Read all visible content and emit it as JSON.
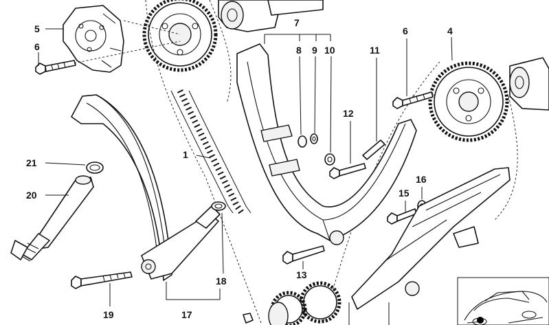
{
  "callouts": {
    "c1": "1",
    "c4": "4",
    "c5": "5",
    "c6a": "6",
    "c6b": "6",
    "c7": "7",
    "c8": "8",
    "c9": "9",
    "c10": "10",
    "c11": "11",
    "c12": "12",
    "c13": "13",
    "c15": "15",
    "c16": "16",
    "c17": "17",
    "c18": "18",
    "c19": "19",
    "c20": "20",
    "c21": "21"
  }
}
